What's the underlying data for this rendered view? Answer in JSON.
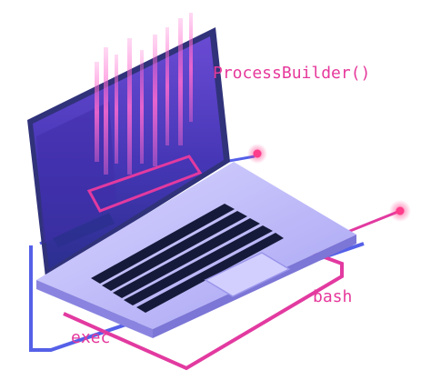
{
  "labels": {
    "process_builder": "ProcessBuilder()",
    "bash": "bash",
    "exec": "exec"
  },
  "colors": {
    "label_text": "#e6399b",
    "node_glow": "#ff3d8b",
    "screen_dark": "#2b2f8f",
    "screen_light": "#6a4bd3",
    "body_light": "#c9c6ff",
    "body_mid": "#a7a2f3",
    "keyboard_dark": "#161a3a",
    "wire_blue": "#5560e8",
    "wire_pink": "#e23aa0"
  },
  "illustration": {
    "subject": "laptop-icon",
    "code_stream": "code-rain"
  }
}
